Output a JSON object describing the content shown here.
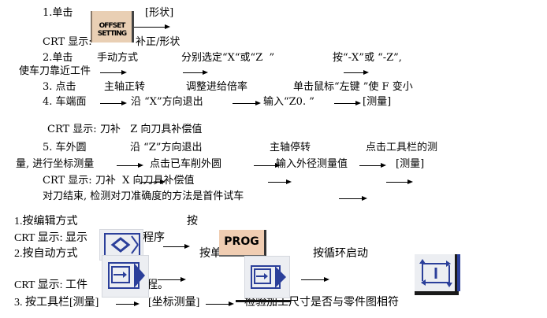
{
  "section1": {
    "step1": {
      "prefix": "1.单击",
      "suffix": "[形状]",
      "button": "OFFSET\nSETTING"
    },
    "crt1": {
      "prefix": "CRT 显示:",
      "suffix": "补正/形状"
    },
    "step2": {
      "a": "2.单击",
      "b": "手动方式",
      "c": "分别选定“X“或“Z  ”",
      "d": "按“-X”或 “-Z”,",
      "e": "使车刀靠近工件"
    },
    "step3": {
      "a": "3. 点击",
      "b": "主轴正转",
      "c": "调整进给倍率",
      "d": "单击鼠标“左键 ”使 F 变小"
    },
    "step4": {
      "a": "4. 车端面",
      "b": "沿 “X”方向退出",
      "c": "输入“Z0. ”",
      "d": "[测量]"
    },
    "crt2": "CRT 显示: 刀补   Z 向刀具补偿值",
    "step5": {
      "a": "5. 车外圆",
      "b": "沿 “Z”方向退出",
      "c": "主轴停转",
      "d": "点击工具栏的测",
      "e": "量, 进行坐标测量",
      "f": "点击已车削外圆",
      "g": "输入外径测量值",
      "h": "[测量]"
    },
    "crt3": "CRT 显示: 刀补  X 向刀具补偿值",
    "end": "对刀结束, 检测对刀准确度的方法是首件试车"
  },
  "section2": {
    "step1": {
      "a": "1.按编辑方式",
      "b": "按"
    },
    "crt1": {
      "a": "CRT 显示: 显示",
      "b": "程序"
    },
    "step2": {
      "a": "2.按自动方式",
      "b": "按单",
      "c": "按循环启动",
      "prog": "PROG"
    },
    "crt2": {
      "a": "CRT 显示: 工件",
      "b": "程。"
    },
    "step3": {
      "a": "3. 按工具栏[测量]",
      "b": "[坐标测量]",
      "c": "检验加工尺寸是否与零件图相符"
    }
  },
  "icons": {
    "offset": "offset-setting-key",
    "edit": "edit-mode-icon",
    "auto1": "auto-mode-icon",
    "auto2": "auto-mode-icon",
    "cycle": "cycle-start-icon",
    "prog": "prog-key"
  },
  "colors": {
    "icon_blue": "#2b3f9a",
    "key_tan": "#e9cfb4",
    "icon_bg": "#eceef2"
  }
}
